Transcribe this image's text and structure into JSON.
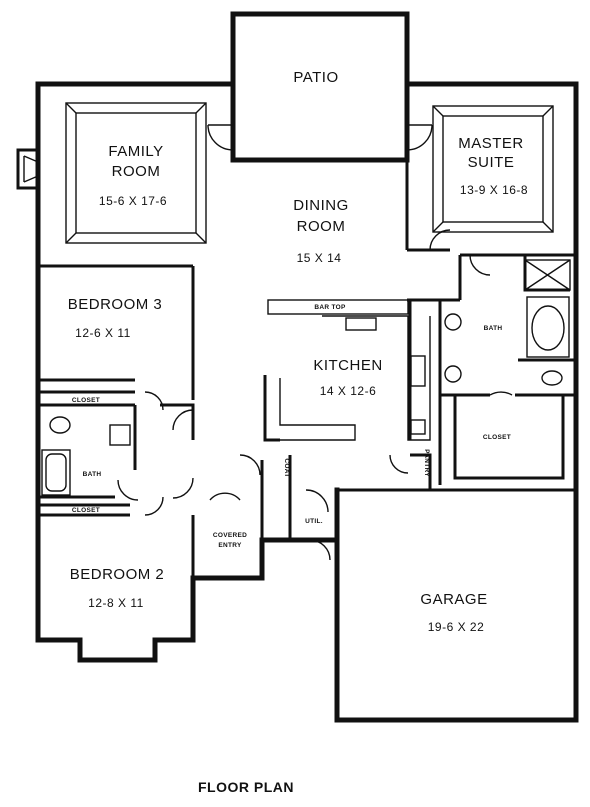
{
  "rooms": {
    "patio": "PATIO",
    "family_room": {
      "name_line1": "FAMILY",
      "name_line2": "ROOM",
      "size": "15-6 X 17-6"
    },
    "master_suite": {
      "name_line1": "MASTER",
      "name_line2": "SUITE",
      "size": "13-9 X 16-8"
    },
    "dining_room": {
      "name_line1": "DINING",
      "name_line2": "ROOM",
      "size": "15 X 14"
    },
    "bedroom3": {
      "name": "BEDROOM 3",
      "size": "12-6 X 11"
    },
    "kitchen": {
      "name": "KITCHEN",
      "size": "14 X 12-6"
    },
    "bar_top": "BAR TOP",
    "closet_b3": "CLOSET",
    "bath_hall": "BATH",
    "closet_b2": "CLOSET",
    "bath_master": "BATH",
    "closet_master": "CLOSET",
    "coat": "COAT",
    "pantry": "PANTRY",
    "util": "UTIL.",
    "covered_entry": {
      "line1": "COVERED",
      "line2": "ENTRY"
    },
    "bedroom2": {
      "name": "BEDROOM 2",
      "size": "12-8 X 11"
    },
    "garage": {
      "name": "GARAGE",
      "size": "19-6 X 22"
    }
  },
  "title": "FLOOR PLAN"
}
